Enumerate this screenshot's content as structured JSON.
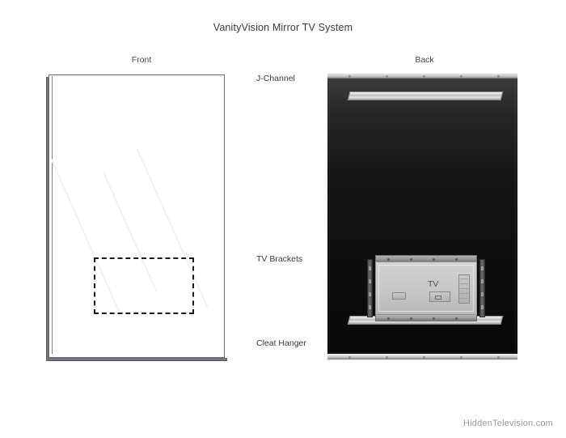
{
  "diagram": {
    "title": "VanityVision Mirror TV System",
    "watermark": "HiddenTelevision.com",
    "views": {
      "front": {
        "label": "Front"
      },
      "back": {
        "label": "Back"
      }
    },
    "callouts": [
      {
        "id": "j-channel",
        "label": "J-Channel"
      },
      {
        "id": "tv-brackets",
        "label": "TV Brackets"
      },
      {
        "id": "cleat-hanger",
        "label": "Cleat Hanger"
      }
    ],
    "components": {
      "tv_label": "TV"
    },
    "colors": {
      "background": "#ffffff",
      "title_text": "#3a3a3a",
      "label_text": "#3c3c3c",
      "watermark_text": "#9a9a9a",
      "mirror_border": "#6e7277",
      "mirror_face": "#ffffff",
      "reflection_line": "#f0f1f2",
      "tv_outline_dashed": "#1b1b1b",
      "back_panel_dark": "#0b0b0b",
      "back_panel_light": "#3a3a3a",
      "edge_strip": "#c9c9c9",
      "rail_bar": "#dcdcdc",
      "tv_panel": "#c6c6c6",
      "tv_side_plate": "#6e6e6e"
    }
  }
}
